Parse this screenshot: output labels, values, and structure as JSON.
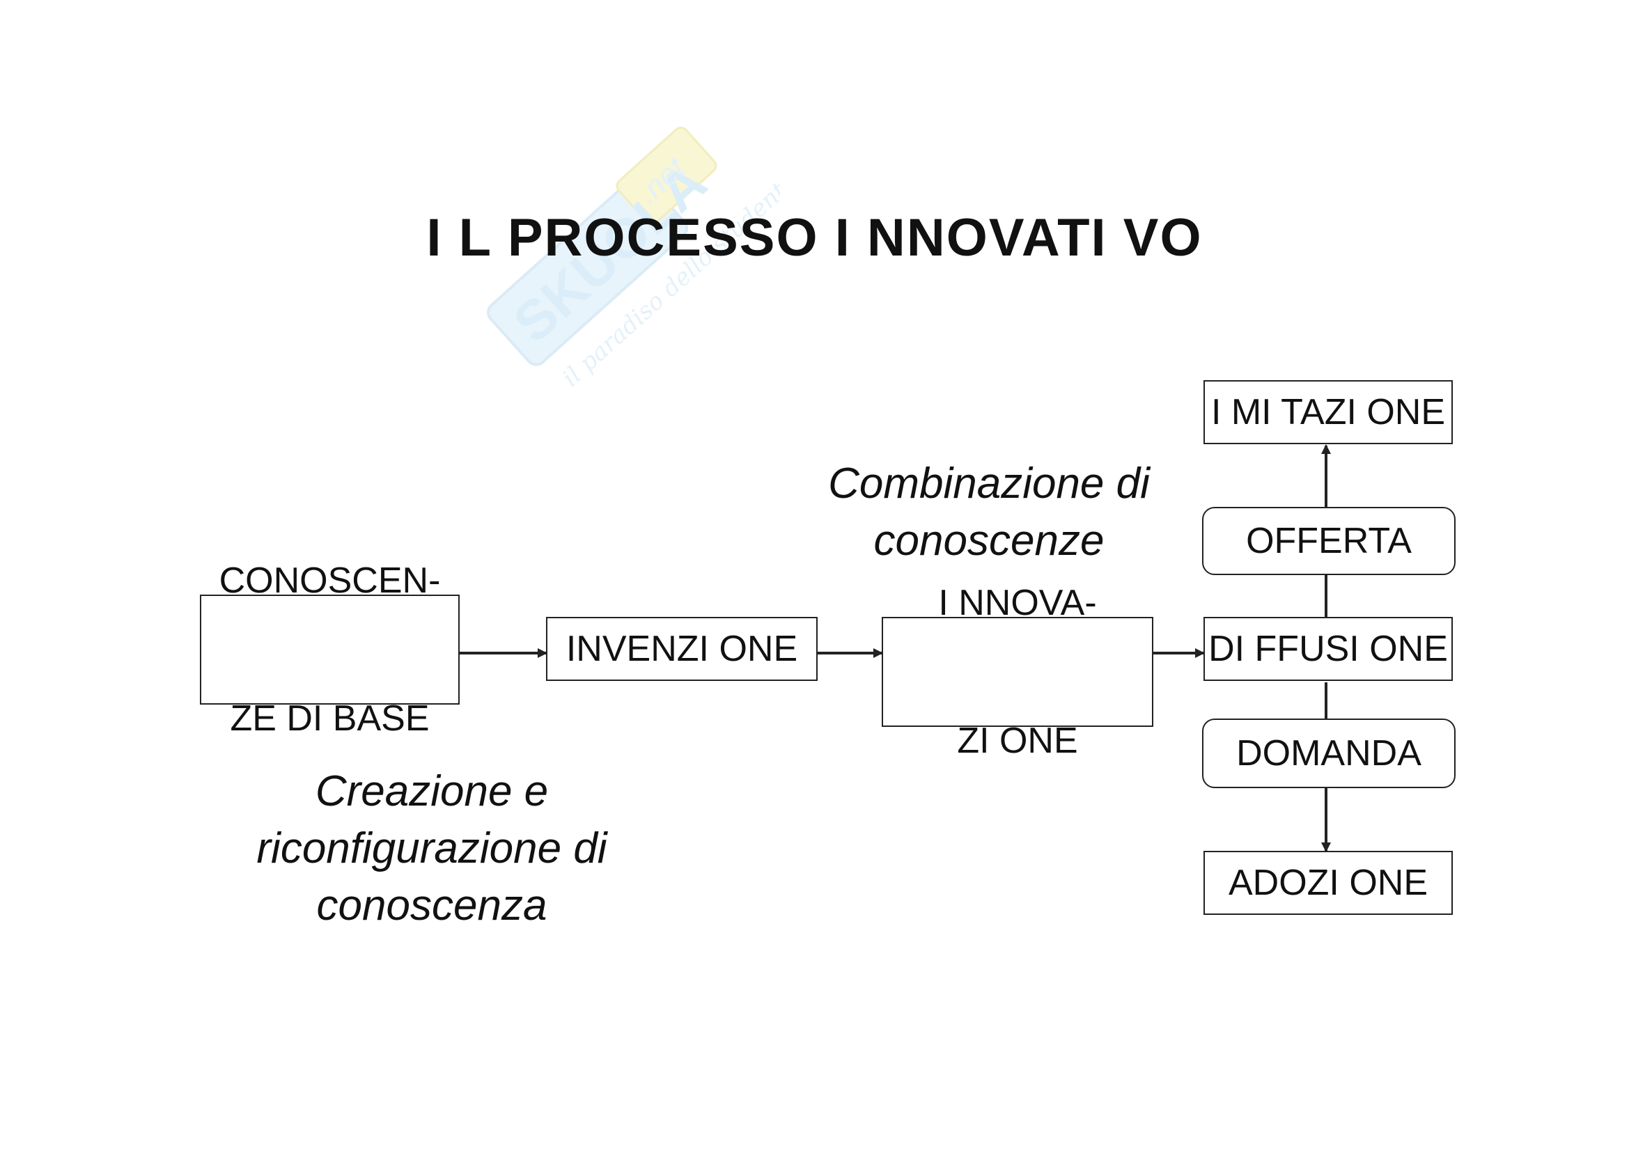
{
  "title": "I L PROCESSO I NNOVATI VO",
  "watermark": {
    "brand_main": "SKUOLA",
    "brand_suffix": ".net",
    "tagline": "il paradiso dello studente"
  },
  "nodes": {
    "conoscenze_line1": "CONOSCEN-",
    "conoscenze_line2": "ZE DI BASE",
    "invenzione": "INVENZI ONE",
    "innovazione_line1": "I NNOVA-",
    "innovazione_line2": "ZI ONE",
    "diffusione": "DI FFUSI ONE",
    "imitazione": "I MI TAZI ONE",
    "offerta": "OFFERTA",
    "domanda": "DOMANDA",
    "adozione": "ADOZI ONE"
  },
  "notes": {
    "combinazione_line1": "Combinazione di",
    "combinazione_line2": "conoscenze",
    "creazione_line1": "Creazione e",
    "creazione_line2": "riconfigurazione di",
    "creazione_line3": "conoscenza"
  },
  "colors": {
    "stroke": "#222222",
    "watermark": "#cfe6f5",
    "watermark_accent": "#f2eda0"
  }
}
